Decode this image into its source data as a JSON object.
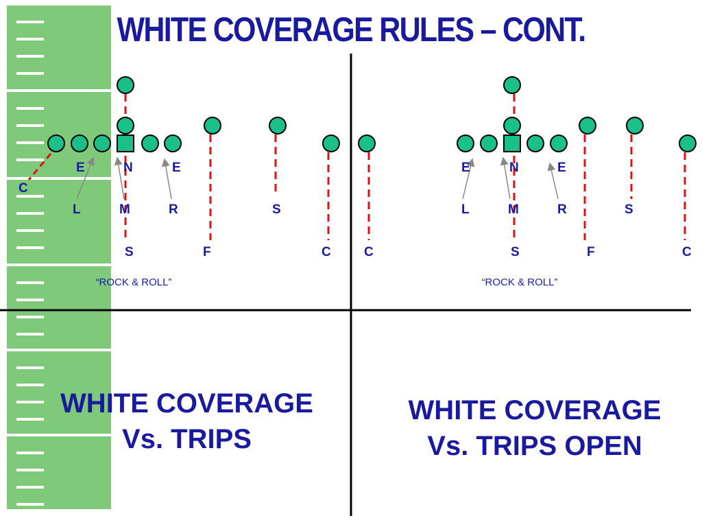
{
  "title": "WHITE COVERAGE RULES – CONT.",
  "colors": {
    "title": "#1a1a9e",
    "field_green": "#7fc97a",
    "player_fill": "#1bbf8a",
    "zone_line": "#e01010",
    "arrow": "#888888",
    "divider": "#000000"
  },
  "panels": [
    {
      "formation_label": "“ROCK & ROLL”",
      "caption_line1": "WHITE COVERAGE",
      "caption_line2": "Vs. TRIPS",
      "front_labels": [
        "E",
        "N",
        "E"
      ],
      "second_level_labels": [
        "L",
        "M",
        "R",
        "S"
      ],
      "secondary_labels": [
        "S",
        "F",
        "C",
        "C"
      ],
      "side_label": "C"
    },
    {
      "formation_label": "“ROCK & ROLL”",
      "caption_line1": "WHITE COVERAGE",
      "caption_line2": "Vs. TRIPS OPEN",
      "front_labels": [
        "E",
        "N",
        "E"
      ],
      "second_level_labels": [
        "L",
        "M",
        "R",
        "S"
      ],
      "secondary_labels": [
        "S",
        "F",
        "C"
      ]
    }
  ]
}
